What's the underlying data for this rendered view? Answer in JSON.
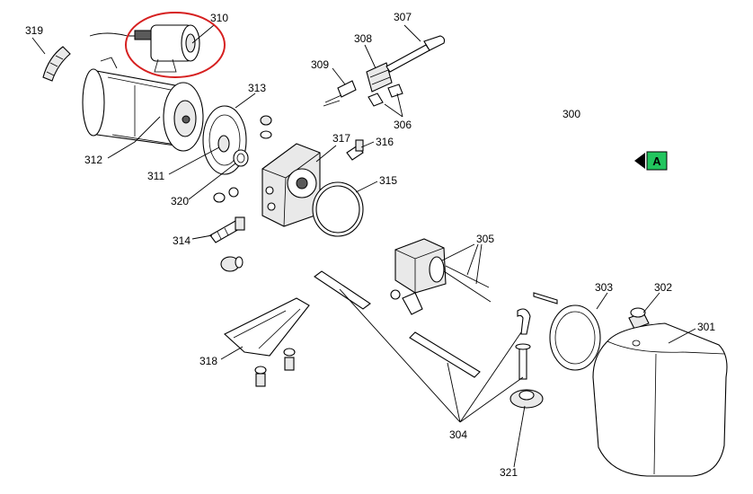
{
  "diagram": {
    "assembly_number": "300",
    "callouts": [
      {
        "id": "301",
        "label": "301"
      },
      {
        "id": "302",
        "label": "302"
      },
      {
        "id": "303",
        "label": "303"
      },
      {
        "id": "304",
        "label": "304"
      },
      {
        "id": "305",
        "label": "305"
      },
      {
        "id": "306",
        "label": "306"
      },
      {
        "id": "307",
        "label": "307"
      },
      {
        "id": "308",
        "label": "308"
      },
      {
        "id": "309",
        "label": "309"
      },
      {
        "id": "310",
        "label": "310"
      },
      {
        "id": "311",
        "label": "311"
      },
      {
        "id": "312",
        "label": "312"
      },
      {
        "id": "313",
        "label": "313"
      },
      {
        "id": "314",
        "label": "314"
      },
      {
        "id": "315",
        "label": "315"
      },
      {
        "id": "316",
        "label": "316"
      },
      {
        "id": "317",
        "label": "317"
      },
      {
        "id": "318",
        "label": "318"
      },
      {
        "id": "319",
        "label": "319"
      },
      {
        "id": "320",
        "label": "320"
      },
      {
        "id": "321",
        "label": "321"
      }
    ],
    "section_marker": {
      "label": "A",
      "color": "#22c55e"
    },
    "highlight": {
      "target": "310",
      "color": "#d62020"
    }
  }
}
